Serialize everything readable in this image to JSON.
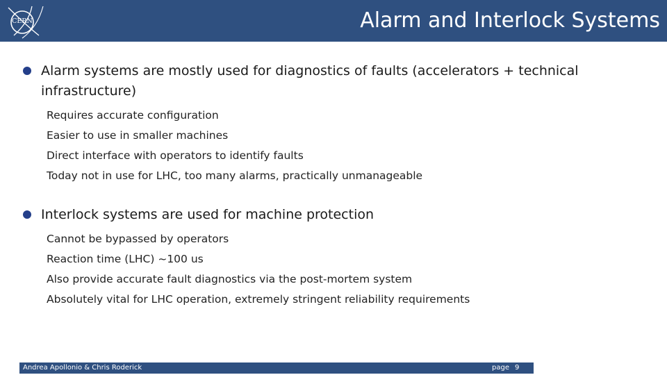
{
  "header": {
    "logo_text": "CERN",
    "title": "Alarm and Interlock Systems"
  },
  "bullets": [
    {
      "text": "Alarm systems are mostly used for diagnostics of faults (accelerators + technical infrastructure)",
      "subitems": [
        "Requires accurate configuration",
        "Easier to use in smaller machines",
        "Direct interface with operators to identify faults",
        "Today not in use for LHC, too many alarms, practically unmanageable"
      ]
    },
    {
      "text": "Interlock systems are used for machine protection",
      "subitems": [
        "Cannot be bypassed by operators",
        "Reaction time (LHC) ~100 us",
        "Also provide accurate fault diagnostics via the post-mortem system",
        "Absolutely vital for LHC operation, extremely stringent reliability requirements"
      ]
    }
  ],
  "footer": {
    "author": "Andrea Apollonio & Chris Roderick",
    "page_label": "page",
    "page_number": "9"
  },
  "colors": {
    "header_bg": "#2f5080",
    "bullet_dot": "#243f8a",
    "title_text": "#ffffff"
  }
}
